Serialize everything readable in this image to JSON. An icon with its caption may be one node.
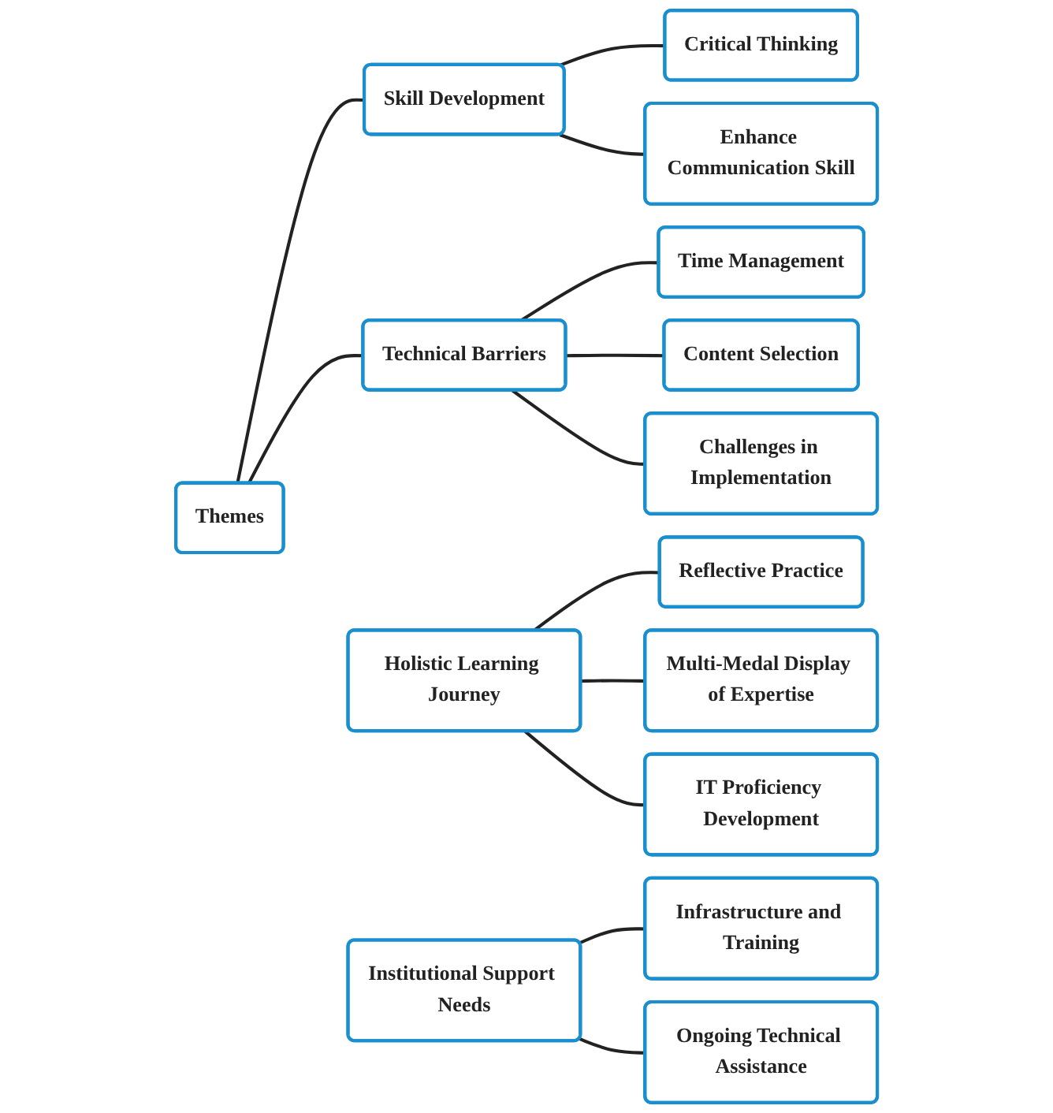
{
  "diagram": {
    "nodes": [
      {
        "text": [
          "Themes"
        ]
      },
      {
        "text": [
          "Holistic Learning Journey"
        ]
      },
      {
        "text": [
          "Reflective Practice"
        ]
      },
      {
        "text": [
          "Multi-Medal Display of Expertise"
        ]
      },
      {
        "text": [
          "IT Proficiency Development"
        ]
      },
      {
        "text": [
          "Skill Development"
        ]
      },
      {
        "text": [
          "Critical Thinking"
        ]
      },
      {
        "text": [
          "Enhance Communication Skill"
        ]
      },
      {
        "text": [
          "Technical Barriers"
        ]
      },
      {
        "text": [
          "Time Management"
        ]
      },
      {
        "text": [
          "Content Selection"
        ]
      },
      {
        "text": [
          "Challenges in Implementation"
        ]
      },
      {
        "text": [
          "Institutional Support Needs"
        ]
      },
      {
        "text": [
          "Infrastructure and Training"
        ]
      },
      {
        "text": [
          "Ongoing Technical Assistance"
        ]
      }
    ],
    "edges": [
      {
        "from": 1,
        "to": 2,
        "arrow": "none"
      },
      {
        "from": 1,
        "to": 3,
        "arrow": "none"
      },
      {
        "from": 1,
        "to": 4,
        "arrow": "none"
      },
      {
        "from": 0,
        "to": 5,
        "arrow": "none"
      },
      {
        "from": 5,
        "to": 6,
        "arrow": "none"
      },
      {
        "from": 5,
        "to": 7,
        "arrow": "none"
      },
      {
        "from": 0,
        "to": 8,
        "arrow": "none"
      },
      {
        "from": 8,
        "to": 9,
        "arrow": "none"
      },
      {
        "from": 8,
        "to": 10,
        "arrow": "none"
      },
      {
        "from": 8,
        "to": 11,
        "arrow": "none"
      },
      {
        "from": 12,
        "to": 13,
        "arrow": "none"
      },
      {
        "from": 12,
        "to": 14,
        "arrow": "none"
      }
    ]
  }
}
